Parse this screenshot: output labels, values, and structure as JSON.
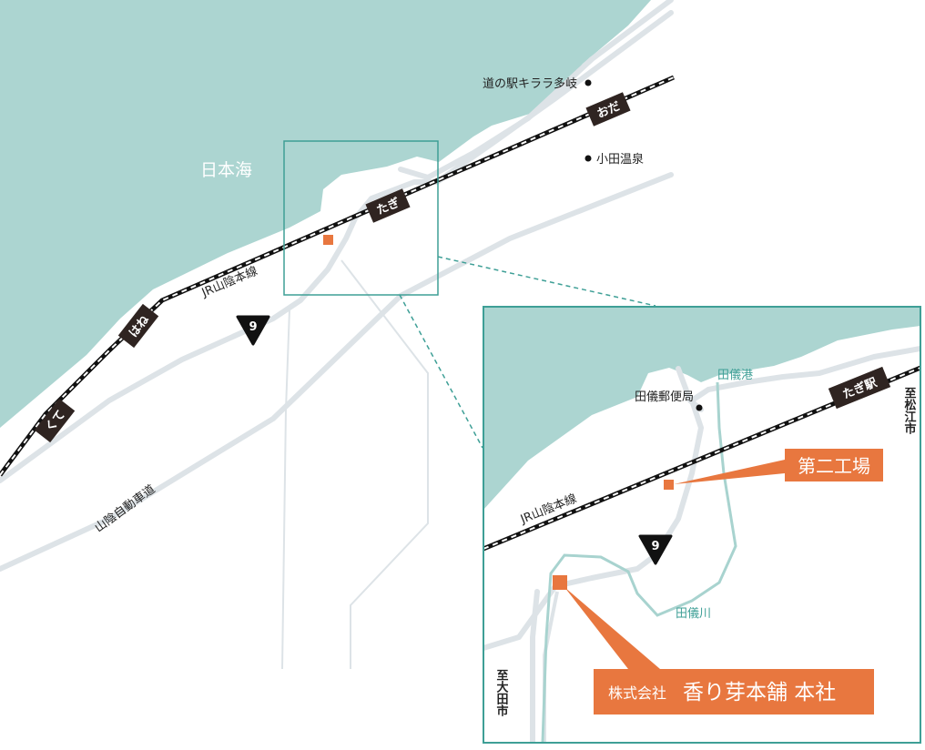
{
  "overview": {
    "sea_label": "日本海",
    "railway_label": "JR山陰本線",
    "expressway_label": "山陰自動車道",
    "route_number": "9",
    "stations": [
      "くて",
      "はね",
      "たぎ",
      "おだ"
    ],
    "places": [
      "道の駅キララ多岐",
      "小田温泉"
    ]
  },
  "detail": {
    "railway_label": "JR山陰本線",
    "station_label": "たぎ駅",
    "port_label": "田儀港",
    "river_label": "田儀川",
    "post_office_label": "田儀郵便局",
    "route_number": "9",
    "to_matsue": "至松江市",
    "to_oda": "至大田市",
    "factory_label": "第二工場",
    "hq_prefix": "株式会社",
    "hq_name": "香り芽本舗 本社"
  },
  "colors": {
    "sea": "#acd5d1",
    "road": "#dde3e7",
    "river": "#a8d3cf",
    "frame": "#3e9f96",
    "marker": "#e8773f",
    "label_bg": "#2f2421"
  }
}
